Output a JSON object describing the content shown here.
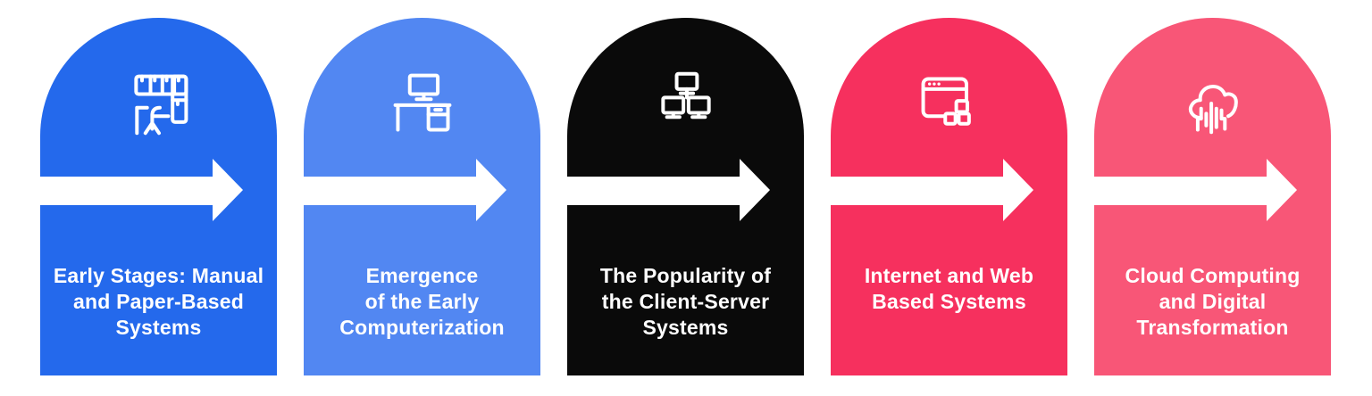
{
  "figure": {
    "type": "timeline-infographic",
    "background_color": "#FFFFFF",
    "arrow_color": "#FFFFFF",
    "text_color": "#FFFFFF",
    "stages": [
      {
        "title": "Early Stages: Manual and Paper-Based Systems",
        "lines": [
          "Early Stages: Manual",
          "and Paper-Based",
          "Systems"
        ],
        "color": "#2469EC",
        "icon": "office-workstation-icon"
      },
      {
        "title": "Emergence of the Early Computerization",
        "lines": [
          "Emergence",
          "of the Early",
          "Computerization"
        ],
        "color": "#5287F2",
        "icon": "computer-desk-icon"
      },
      {
        "title": "The Popularity of the Client-Server Systems",
        "lines": [
          "The Popularity of",
          "the Client-Server",
          "Systems"
        ],
        "color": "#0A0A0A",
        "icon": "client-server-network-icon"
      },
      {
        "title": "Internet and Web Based Systems",
        "lines": [
          "Internet and Web",
          "Based Systems"
        ],
        "color": "#F6305E",
        "icon": "web-browser-icon"
      },
      {
        "title": "Cloud Computing and Digital Transformation",
        "lines": [
          "Cloud Computing",
          "and Digital",
          "Transformation"
        ],
        "color": "#F85677",
        "icon": "cloud-circuit-icon"
      }
    ]
  }
}
